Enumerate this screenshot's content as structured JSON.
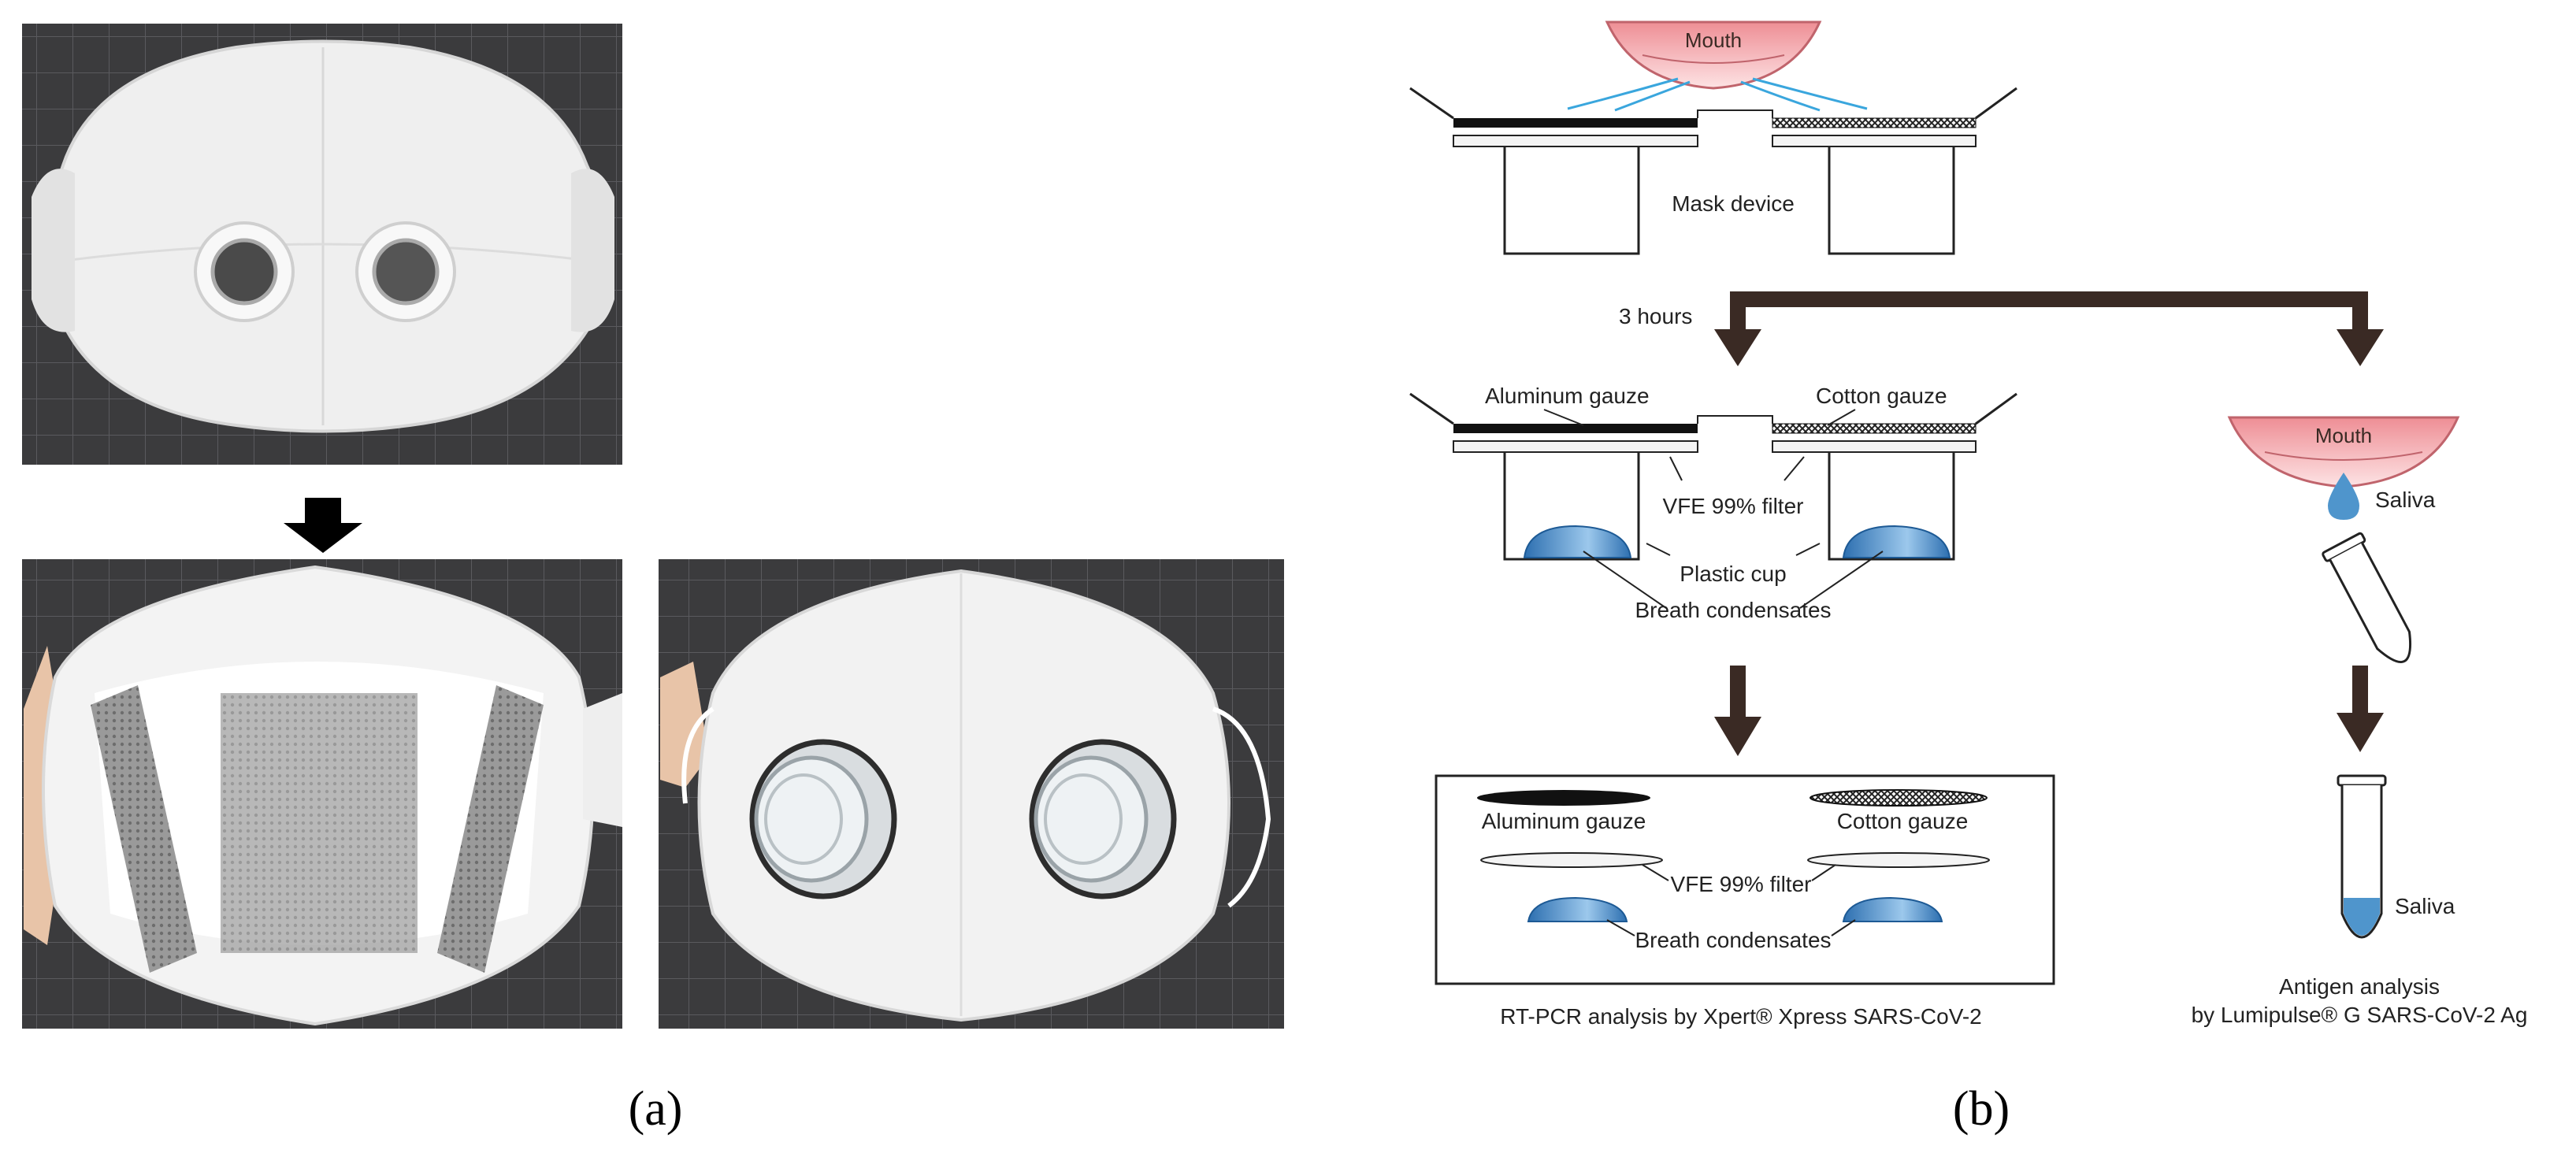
{
  "panel_a": {
    "label": "(a)",
    "photos": [
      {
        "icon": "mask-front-with-two-ports-photo"
      },
      {
        "icon": "mask-inner-with-gauze-photo"
      },
      {
        "icon": "mask-with-plastic-cups-photo"
      }
    ]
  },
  "panel_b": {
    "label": "(b)",
    "mouth_label": "Mouth",
    "mask_device_label": "Mask device",
    "duration_label": "3 hours",
    "aluminum_gauze_label": "Aluminum gauze",
    "cotton_gauze_label": "Cotton gauze",
    "filter_label": "VFE 99% filter",
    "cup_label": "Plastic cup",
    "condensate_label": "Breath condensates",
    "box_aluminum_label": "Aluminum gauze",
    "box_cotton_label": "Cotton gauze",
    "box_filter_label": "VFE 99% filter",
    "box_condensate_label": "Breath condensates",
    "rtpcr_caption": "RT-PCR analysis by Xpert® Xpress SARS-CoV-2",
    "mouth2_label": "Mouth",
    "saliva_label": "Saliva",
    "saliva_tube_label": "Saliva",
    "antigen_caption_line1": "Antigen analysis",
    "antigen_caption_line2": "by Lumipulse® G SARS-CoV-2 Ag"
  },
  "colors": {
    "arrow": "#3a2a24",
    "mouth_fill": "#f3b2b6",
    "mouth_stroke": "#c0646c",
    "breath": "#3aa6dd",
    "liquid": "#4f95cc",
    "gauze_dark": "#1c1c1c",
    "photo_bg": "#3a3a3a"
  }
}
